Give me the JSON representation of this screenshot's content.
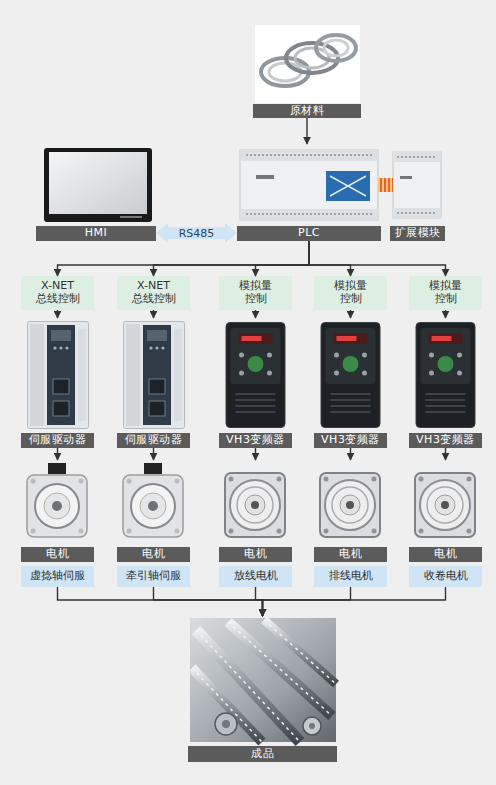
{
  "diagram": {
    "nodes": [
      {
        "text": [
          "原材料"
        ]
      },
      {
        "text": [
          "HMI"
        ]
      },
      {
        "text": [
          "PLC"
        ]
      },
      {
        "text": [
          "扩展模块"
        ]
      },
      {
        "text": [
          "X-NET 总线控制"
        ]
      },
      {
        "text": [
          "X-NET 总线控制"
        ]
      },
      {
        "text": [
          "模拟量 控制"
        ]
      },
      {
        "text": [
          "模拟量 控制"
        ]
      },
      {
        "text": [
          "模拟量 控制"
        ]
      },
      {
        "text": [
          "伺服驱动器"
        ]
      },
      {
        "text": [
          "伺服驱动器"
        ]
      },
      {
        "text": [
          "VH3变频器"
        ]
      },
      {
        "text": [
          "VH3变频器"
        ]
      },
      {
        "text": [
          "VH3变频器"
        ]
      },
      {
        "text": [
          "电机",
          "虚捻轴伺服"
        ]
      },
      {
        "text": [
          "电机",
          "牵引轴伺服"
        ]
      },
      {
        "text": [
          "电机",
          "放线电机"
        ]
      },
      {
        "text": [
          "电机",
          "排线电机"
        ]
      },
      {
        "text": [
          "电机",
          "收卷电机"
        ]
      },
      {
        "text": [
          "成品"
        ]
      }
    ],
    "edges": [
      {
        "from": 0,
        "to": 2,
        "arrow": "to"
      },
      {
        "from": 1,
        "to": 2,
        "label": "RS485",
        "arrow": "both"
      },
      {
        "from": 2,
        "to": 3,
        "arrow": "none"
      },
      {
        "from": 2,
        "to": 4,
        "arrow": "to"
      },
      {
        "from": 2,
        "to": 5,
        "arrow": "to"
      },
      {
        "from": 2,
        "to": 6,
        "arrow": "to"
      },
      {
        "from": 2,
        "to": 7,
        "arrow": "to"
      },
      {
        "from": 2,
        "to": 8,
        "arrow": "to"
      },
      {
        "from": 4,
        "to": 9,
        "arrow": "to"
      },
      {
        "from": 5,
        "to": 10,
        "arrow": "to"
      },
      {
        "from": 6,
        "to": 11,
        "arrow": "to"
      },
      {
        "from": 7,
        "to": 12,
        "arrow": "to"
      },
      {
        "from": 8,
        "to": 13,
        "arrow": "to"
      },
      {
        "from": 9,
        "to": 14,
        "arrow": "to"
      },
      {
        "from": 10,
        "to": 15,
        "arrow": "to"
      },
      {
        "from": 11,
        "to": 16,
        "arrow": "to"
      },
      {
        "from": 12,
        "to": 17,
        "arrow": "to"
      },
      {
        "from": 13,
        "to": 18,
        "arrow": "to"
      },
      {
        "from": 14,
        "to": 19,
        "arrow": "to"
      },
      {
        "from": 15,
        "to": 19,
        "arrow": "to"
      },
      {
        "from": 16,
        "to": 19,
        "arrow": "to"
      },
      {
        "from": 17,
        "to": 19,
        "arrow": "to"
      },
      {
        "from": 18,
        "to": 19,
        "arrow": "to"
      }
    ]
  }
}
